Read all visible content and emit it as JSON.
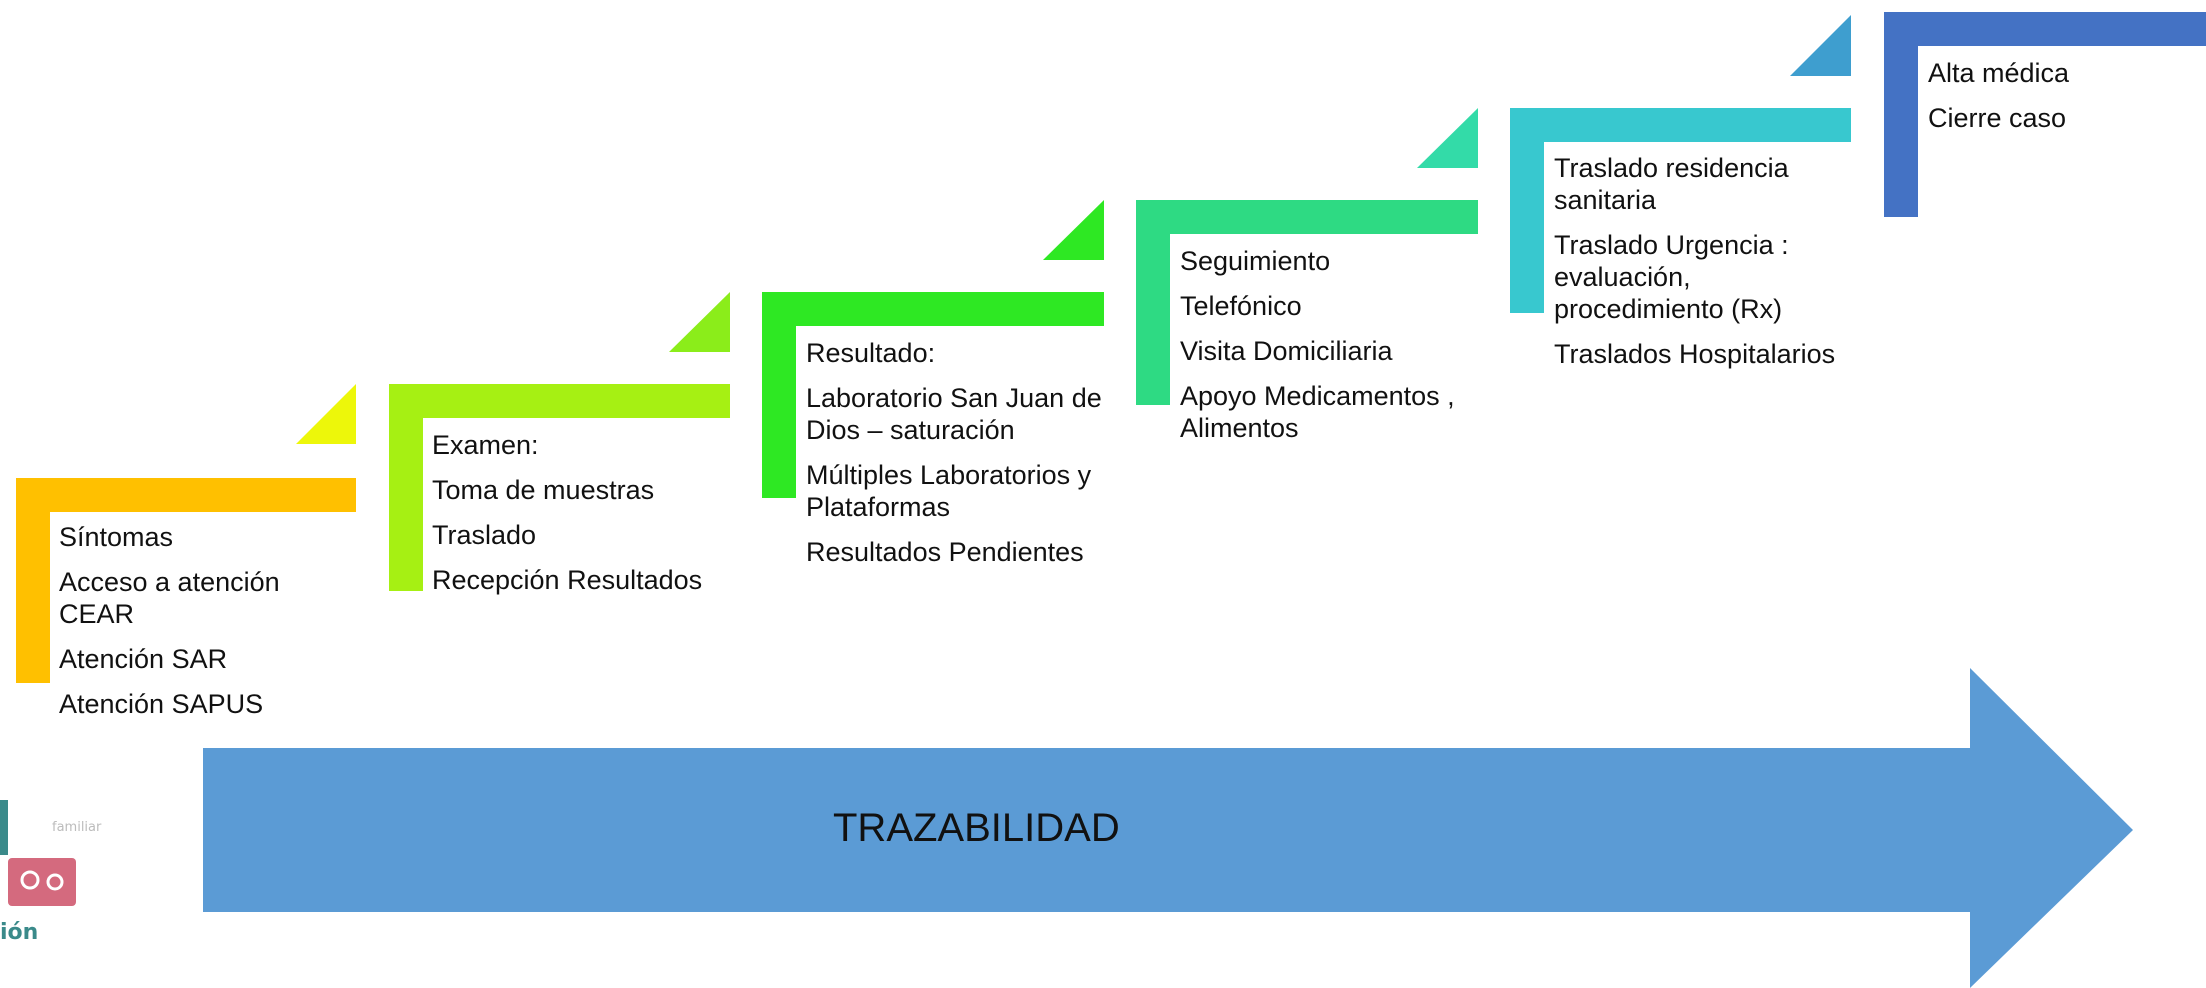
{
  "steps": [
    {
      "color": "#FFC000",
      "lines": [
        "Síntomas",
        "Acceso a atención CEAR",
        "Atención SAR",
        "Atención SAPUS"
      ]
    },
    {
      "color": "#A6F013",
      "lines": [
        "Examen:",
        "Toma de muestras",
        "Traslado",
        "Recepción Resultados"
      ]
    },
    {
      "color": "#2EE823",
      "lines": [
        "Resultado:",
        "Laboratorio San Juan de Dios – saturación",
        "Múltiples Laboratorios y Plataformas",
        "Resultados Pendientes"
      ]
    },
    {
      "color": "#2EDA83",
      "lines": [
        "Seguimiento",
        "Telefónico",
        "Visita Domiciliaria",
        "Apoyo Medicamentos , Alimentos"
      ]
    },
    {
      "color": "#38C8CF",
      "lines": [
        "Traslado residencia sanitaria",
        "Traslado Urgencia : evaluación, procedimiento (Rx)",
        "Traslados Hospitalarios"
      ]
    },
    {
      "color": "#4472C4",
      "lines": [
        "Alta médica",
        "Cierre caso"
      ]
    }
  ],
  "step_triangle_colors": [
    "#EDF70A",
    "#8BED1A",
    "#2EE823",
    "#33DBA8",
    "#3E9ECF"
  ],
  "arrow": {
    "label": "TRAZABILIDAD",
    "color": "#5B9BD5"
  },
  "logo": {
    "small_text": "familiar",
    "word": "ión",
    "colors": [
      "#3A8A8A",
      "#D46A7E"
    ]
  }
}
